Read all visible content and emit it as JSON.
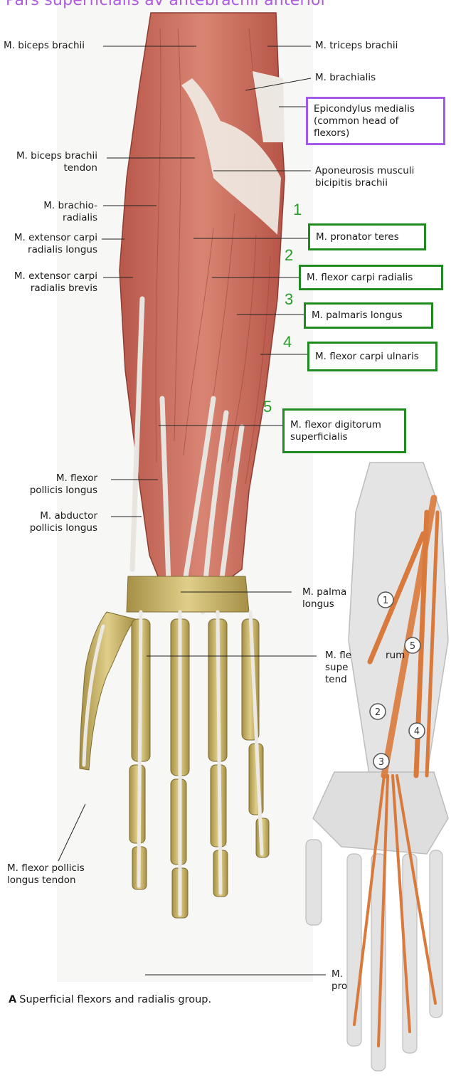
{
  "title": "Pars superficialis av antebrachii anterior",
  "caption": {
    "letter": "A",
    "text": "Superficial flexors and radialis group."
  },
  "left_labels": [
    {
      "id": "biceps",
      "lines": [
        "M. biceps brachii"
      ]
    },
    {
      "id": "biceps-tendon",
      "lines": [
        "M. biceps brachii",
        "tendon"
      ]
    },
    {
      "id": "brachioradialis",
      "lines": [
        "M. brachio-",
        "radialis"
      ]
    },
    {
      "id": "ecrl",
      "lines": [
        "M. extensor carpi",
        "radialis longus"
      ]
    },
    {
      "id": "ecrb",
      "lines": [
        "M. extensor carpi",
        "radialis brevis"
      ]
    },
    {
      "id": "fpl",
      "lines": [
        "M. flexor",
        "pollicis longus"
      ]
    },
    {
      "id": "apl",
      "lines": [
        "M. abductor",
        "pollicis longus"
      ]
    },
    {
      "id": "fpl-tendon",
      "lines": [
        "M. flexor pollicis",
        "longus tendon"
      ]
    }
  ],
  "right_labels": [
    {
      "id": "triceps",
      "lines": [
        "M. triceps brachii"
      ]
    },
    {
      "id": "brachialis",
      "lines": [
        "M. brachialis"
      ]
    },
    {
      "id": "aponeurosis",
      "lines": [
        "Aponeurosis musculi",
        "bicipitis brachii"
      ]
    },
    {
      "id": "palmaris-partial",
      "lines": [
        "M. palma",
        "longus"
      ]
    },
    {
      "id": "fds-tendon-partial",
      "lines": [
        "M. fle",
        "supe",
        "tend"
      ],
      "tail": "rum"
    },
    {
      "id": "fdp-partial",
      "lines": [
        "M.",
        "pro"
      ]
    }
  ],
  "boxes": [
    {
      "id": "epicondylus",
      "lines": [
        "Epicondylus medialis",
        "(common head of",
        "flexors)"
      ]
    },
    {
      "id": "pronator",
      "number": "1",
      "lines": [
        "M. pronator teres"
      ]
    },
    {
      "id": "fcr",
      "number": "2",
      "lines": [
        "M. flexor carpi radialis"
      ]
    },
    {
      "id": "palmaris",
      "number": "3",
      "lines": [
        "M. palmaris longus"
      ]
    },
    {
      "id": "fcu",
      "number": "4",
      "lines": [
        "M. flexor carpi ulnaris"
      ]
    },
    {
      "id": "fds",
      "number": "5",
      "lines": [
        "M. flexor digitorum",
        "superficialis"
      ]
    }
  ],
  "inset_markers": [
    "1",
    "2",
    "3",
    "4",
    "5"
  ],
  "colors": {
    "title": "#b05ae0",
    "box_green": "#1f8a1f",
    "box_purple": "#a45ae4",
    "number_green": "#2a9b2a",
    "muscle": "#c9695a",
    "tendon": "#e8e4df",
    "bone": "#c9b46a",
    "inset_bone": "#d7d7d7",
    "inset_muscle": "#d97a3c"
  }
}
